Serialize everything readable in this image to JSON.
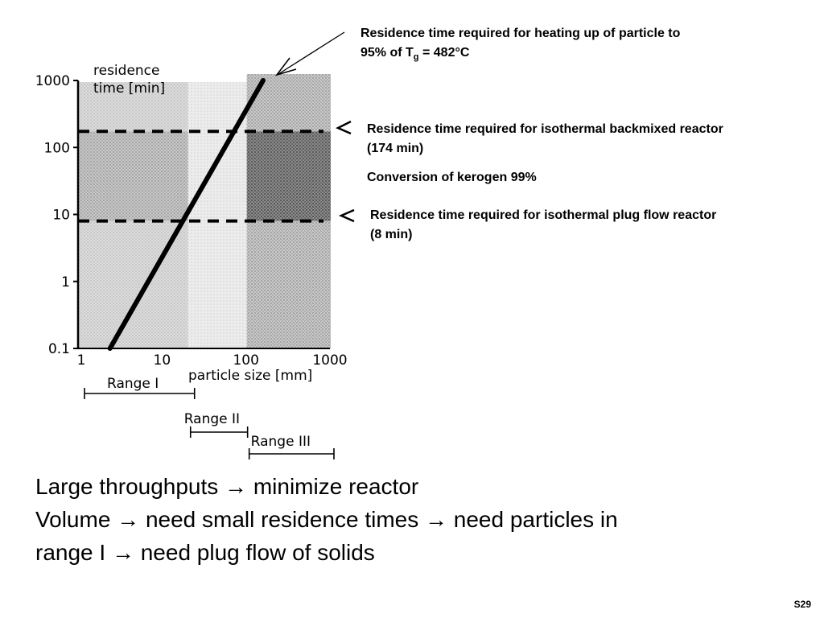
{
  "chart_data": {
    "type": "line",
    "x_scale": "log",
    "y_scale": "log",
    "xlim": [
      1,
      1000
    ],
    "ylim": [
      0.1,
      1000
    ],
    "xlabel": "particle size [mm]",
    "ylabel": "residence time [min]",
    "x_ticks": [
      "1",
      "10",
      "100",
      "1000"
    ],
    "y_ticks": [
      "0.1",
      "1",
      "10",
      "100",
      "1000"
    ],
    "series": [
      {
        "x": [
          2.4,
          160
        ],
        "y": [
          0.1,
          1000
        ],
        "style": "solid-thick"
      }
    ],
    "reference_lines": [
      {
        "axis": "y",
        "value": 174,
        "style": "dashed"
      },
      {
        "axis": "y",
        "value": 8,
        "style": "dashed"
      }
    ],
    "regions": [
      {
        "label": "Range I",
        "x_from": 1,
        "x_to": 20
      },
      {
        "label": "Range II",
        "x_from": 20,
        "x_to": 100
      },
      {
        "label": "Range III",
        "x_from": 100,
        "x_to": 1000
      }
    ],
    "annotations": [
      {
        "line1": "Residence time required for heating up of particle to",
        "line2_pre": "95% of T",
        "line2_sub": "g",
        "line2_post": " = 482°C"
      },
      {
        "line1": "Residence time required for isothermal backmixed reactor",
        "line2": "(174 min)"
      },
      {
        "line1": "Conversion of kerogen 99%"
      },
      {
        "line1": "Residence time required for isothermal plug flow reactor",
        "line2": "(8 min)"
      }
    ]
  },
  "text": {
    "line1": "Large throughputs → minimize reactor",
    "line2": "Volume → need small residence times → need particles in",
    "line3": "range I → need plug flow of solids"
  },
  "slide_number": "S29"
}
